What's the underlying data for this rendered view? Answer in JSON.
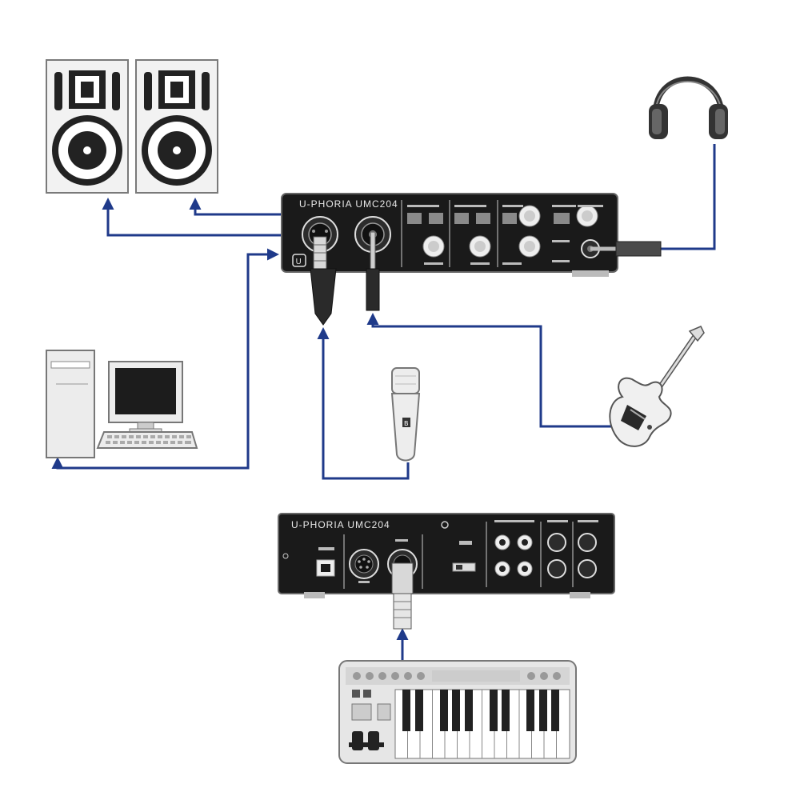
{
  "front_panel": {
    "brand_label": "U-PHORIA UMC204",
    "logo_letter": "U"
  },
  "rear_panel": {
    "brand_label": "U-PHORIA UMC204"
  },
  "microphone": {
    "badge": "B"
  },
  "colors": {
    "cable": "#1f3a8a",
    "device_body": "#1a1a1a",
    "device_outline": "#555555",
    "light_gray": "#ececec"
  }
}
